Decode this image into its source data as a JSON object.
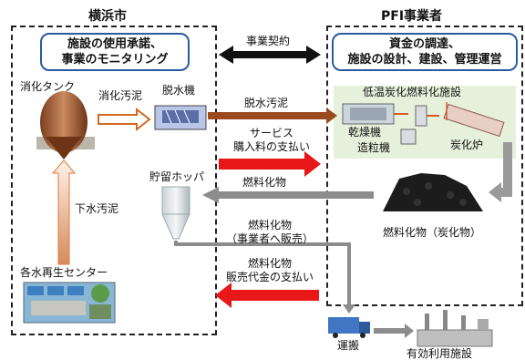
{
  "yokohama": {
    "title": "横浜市",
    "role_box": [
      "施設の使用承諾、",
      "事業のモニタリング"
    ],
    "digestion_tank": "消化タンク",
    "digested_sludge": "消化汚泥",
    "dehydrator": "脱水機",
    "sewage_sludge": "下水汚泥",
    "storage_hopper": "貯留ホッパ",
    "treatment_center": "各水再生センター"
  },
  "pfi": {
    "title": "PFI事業者",
    "role_box": [
      "資金の調達、",
      "施設の設計、建設、管理運営"
    ],
    "plant_title": "低温炭化燃料化施設",
    "dryer": "乾燥機",
    "granulator": "造粒機",
    "carbonizer": "炭化炉",
    "product": "燃料化物（炭化物）"
  },
  "flows": {
    "contract": "事業契約",
    "dewatered_sludge": "脱水汚泥",
    "service_fee": [
      "サービス",
      "購入料の支払い"
    ],
    "fuel_return": "燃料化物",
    "fuel_sale": [
      "燃料化物",
      "（事業者へ販売）"
    ],
    "sale_payment": [
      "燃料化物",
      "販売代金の支払い"
    ]
  },
  "transport": "運搬",
  "use_facility": "有効利用施設"
}
